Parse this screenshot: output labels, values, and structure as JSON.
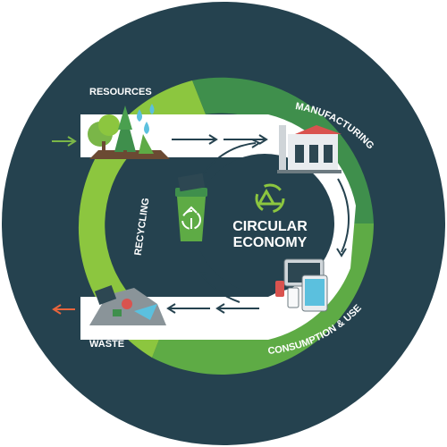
{
  "center": {
    "line1": "CIRCULAR",
    "line2": "ECONOMY"
  },
  "labels": {
    "resources": "RESOURCES",
    "waste": "WASTE",
    "manufacturing": "MANUFACTURING",
    "consumption": "CONSUMPTION & USE",
    "recycling": "RECYCLING"
  },
  "colors": {
    "background": "#25424f",
    "dark_green": "#3f8f4c",
    "mid_green": "#5eab45",
    "light_green": "#8cc63f",
    "white_path": "#ffffff",
    "center_dark": "#25424f",
    "in_arrow": "#7ab648",
    "out_arrow": "#e8643c"
  },
  "icons": [
    "trees-icon",
    "water-drops-icon",
    "factory-icon",
    "devices-icon",
    "recycle-bin-icon",
    "waste-pile-icon",
    "recycle-symbol-icon"
  ]
}
